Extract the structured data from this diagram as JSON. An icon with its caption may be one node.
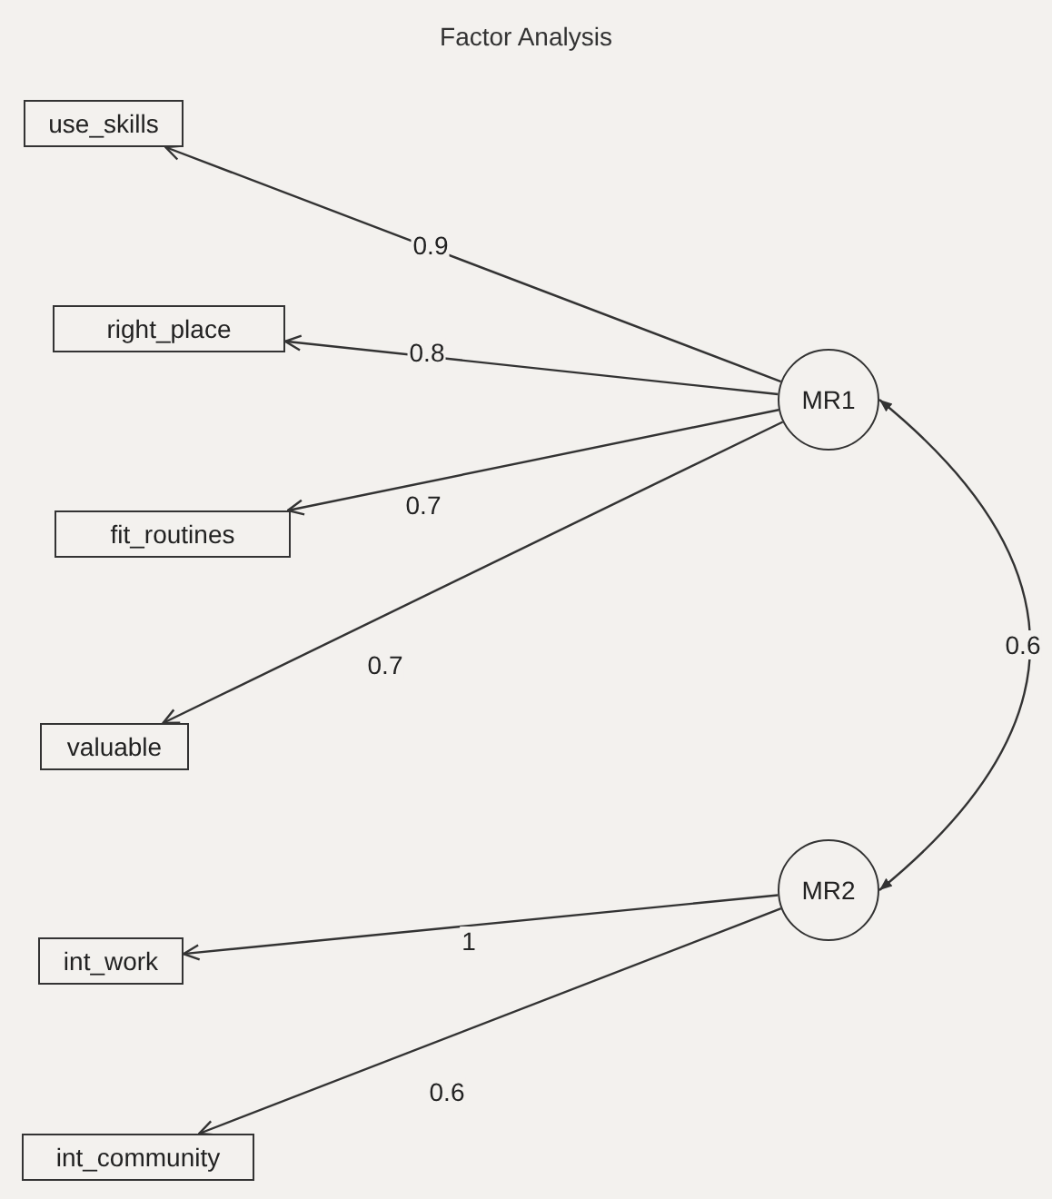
{
  "diagram": {
    "title": "Factor Analysis",
    "nodes": [
      {
        "text": [
          "use_skills"
        ]
      },
      {
        "text": [
          "right_place"
        ]
      },
      {
        "text": [
          "MR1"
        ]
      },
      {
        "text": [
          "fit_routines"
        ]
      },
      {
        "text": [
          "valuable"
        ]
      },
      {
        "text": [
          "MR2"
        ]
      },
      {
        "text": [
          "int_work"
        ]
      },
      {
        "text": [
          "int_community"
        ]
      }
    ],
    "edges": [
      {
        "from": 2,
        "to": 0,
        "arrow": "to",
        "label": "0.9"
      },
      {
        "from": 2,
        "to": 1,
        "arrow": "to",
        "label": "0.8"
      },
      {
        "from": 2,
        "to": 3,
        "arrow": "to",
        "label": "0.7"
      },
      {
        "from": 2,
        "to": 4,
        "arrow": "to",
        "label": "0.7"
      },
      {
        "from": 2,
        "to": 5,
        "arrow": "both",
        "label": "0.6"
      },
      {
        "from": 5,
        "to": 6,
        "arrow": "to",
        "label": "1"
      },
      {
        "from": 5,
        "to": 7,
        "arrow": "to",
        "label": "0.6"
      }
    ]
  }
}
